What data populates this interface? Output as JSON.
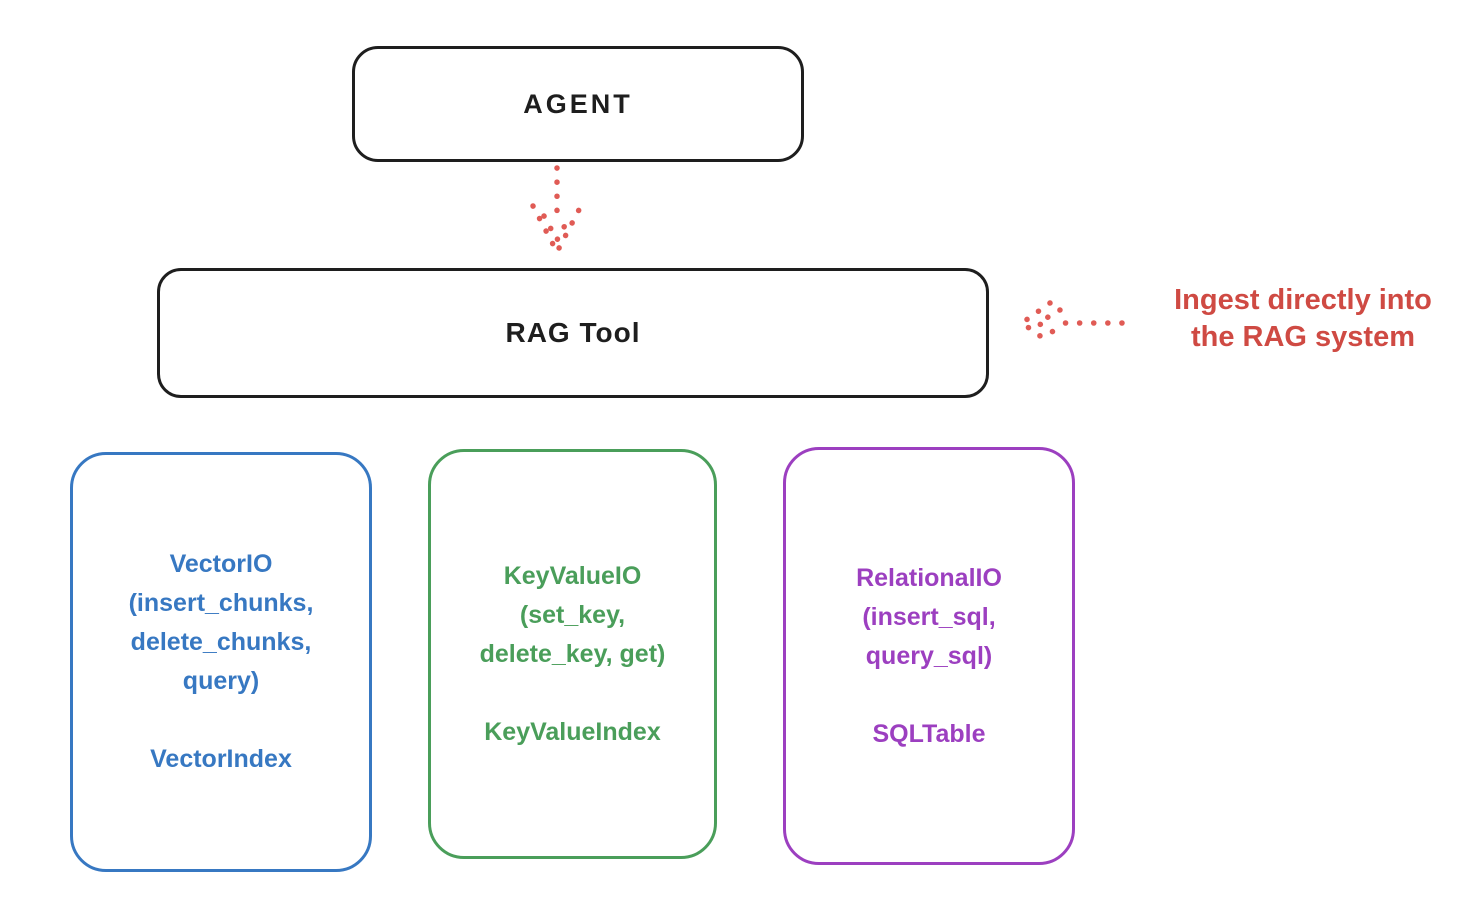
{
  "diagram": {
    "agent_box": {
      "label": "AGENT"
    },
    "rag_tool_box": {
      "label": "RAG Tool"
    },
    "annotation": {
      "line1": "Ingest directly into",
      "line2": "the RAG system"
    },
    "storage_boxes": [
      {
        "name": "VectorIO",
        "color": "#3778c2",
        "lines": [
          "VectorIO",
          "(insert_chunks,",
          "delete_chunks,",
          "query)"
        ],
        "index_label": "VectorIndex"
      },
      {
        "name": "KeyValueIO",
        "color": "#4a9e5a",
        "lines": [
          "KeyValueIO",
          "(set_key,",
          "delete_key, get)"
        ],
        "index_label": "KeyValueIndex"
      },
      {
        "name": "RelationalIO",
        "color": "#9c3fc0",
        "lines": [
          "RelationalIO",
          "(insert_sql,",
          "query_sql)"
        ],
        "index_label": "SQLTable"
      }
    ],
    "icons": {
      "down_arrow": "dotted-arrow-down",
      "left_arrow": "dotted-arrow-left"
    },
    "colors": {
      "stroke_black": "#1e1e1e",
      "arrow_red": "#e05b55",
      "annotation_red": "#cf4a43",
      "blue": "#3778c2",
      "green": "#4a9e5a",
      "purple": "#9c3fc0",
      "background": "#ffffff"
    }
  }
}
